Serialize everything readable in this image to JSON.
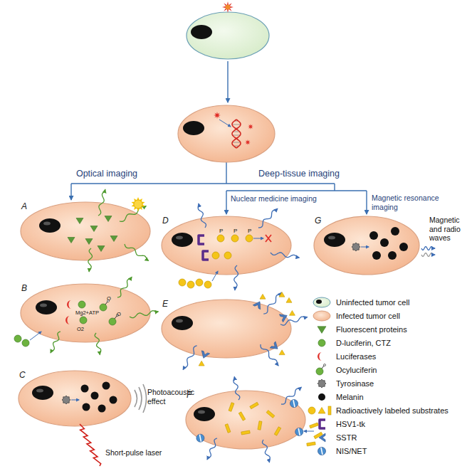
{
  "diagram": {
    "nodes": [
      {
        "text": [
          "A"
        ]
      },
      {
        "text": [
          "B"
        ]
      },
      {
        "text": [
          "C"
        ]
      },
      {
        "text": [
          "D"
        ]
      },
      {
        "text": [
          "E"
        ]
      },
      {
        "text": [
          "F"
        ]
      },
      {
        "text": [
          "G"
        ]
      }
    ],
    "labels": [
      "Optical imaging",
      "Deep-tissue imaging",
      "Nuclear medicine imaging",
      "Magnetic resonance imaging",
      "Short-pulse laser",
      "Photoacoustic effect",
      "Magnetic and radio waves",
      "Mg2+",
      "ATP",
      "O2",
      "O",
      "O",
      "P",
      "P",
      "P"
    ],
    "legend": [
      {
        "text": "Uninfected tumor cell"
      },
      {
        "text": "Infected tumor cell"
      },
      {
        "text": "Fluorescent proteins"
      },
      {
        "text": "D-luciferin, CTZ"
      },
      {
        "text": "Luciferases"
      },
      {
        "text": "Ocyluciferin"
      },
      {
        "text": "Tyrosinase"
      },
      {
        "text": "Melanin"
      },
      {
        "text": "Radioactively labeled substrates"
      },
      {
        "text": "HSV1-tk"
      },
      {
        "text": "SSTR"
      },
      {
        "text": "NIS/NET"
      }
    ]
  }
}
